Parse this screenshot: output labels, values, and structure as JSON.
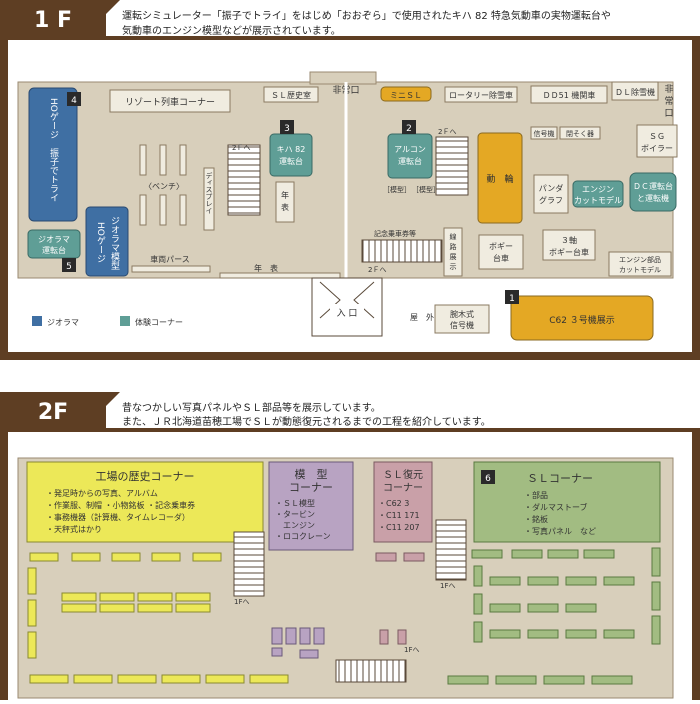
{
  "floor1": {
    "badge": "1 F",
    "description": [
      "運転シミュレーター「振子でトライ」をはじめ「おおぞら」で使用されたキハ 82 特急気動車の実物運転台や",
      "気動車のエンジン模型などが展示されています。"
    ],
    "exits": {
      "top": "非常口",
      "right": [
        "非",
        "常",
        "口"
      ]
    },
    "rooms": {
      "resort": "リゾート列車コーナー",
      "sl_history": "ＳＬ歴史室",
      "mini_sl": "ミニＳＬ",
      "rotary": "ロータリー除雪車",
      "dd51": "ＤＤ51 機関車",
      "dl_snow": "ＤＬ除雪機",
      "ho_trial": "HOゲージ　振子でトライ",
      "diorama_ho": [
        "ジオラマ模型",
        "HOゲージ"
      ],
      "diorama_driving": [
        "ジオラマ",
        "運転台"
      ],
      "kiha82": [
        "キハ 82",
        "運転台"
      ],
      "bench": "〈ベンチ〉",
      "display": "ディスプレイ",
      "nenpyo_small": [
        "年",
        "表"
      ],
      "arukon": [
        "アルコン",
        "運転台"
      ],
      "model_left": "［模型］",
      "model_right": "［模型］",
      "signal": "信号機",
      "closer": "閉そく器",
      "sg_boiler": [
        "ＳＧ",
        "ボイラー"
      ],
      "dowa": "動　輪",
      "panda": [
        "パンダ",
        "グラフ"
      ],
      "engine_cut": [
        "エンジン",
        "カットモデル"
      ],
      "dc_driving": [
        "ＤＣ運転台",
        "と運転機"
      ],
      "ticket": "記念乗車券等",
      "track_display": [
        "線",
        "路",
        "展",
        "示"
      ],
      "bogie": [
        "ボギー",
        "台車"
      ],
      "axle3": [
        "３軸",
        "ボギー台車"
      ],
      "engine_parts": [
        "エンジン部品",
        "カットモデル"
      ],
      "car_pass": "車両パース",
      "nenpyo_long": "年　表",
      "to_2f_1": "2Ｆへ",
      "to_2f_2": "2Ｆへ",
      "to_2f_3": "2Ｆへ",
      "entrance": "入 口",
      "outdoor": "屋　外",
      "semaphore": [
        "腕木式",
        "信号機"
      ],
      "c62": "C62 ３号機展示"
    },
    "numbers": [
      "1",
      "2",
      "3",
      "4",
      "5"
    ],
    "legend": {
      "diorama": "ジオラマ",
      "experience": "体験コーナー"
    }
  },
  "floor2": {
    "badge": "2F",
    "description": [
      "昔なつかしい写真パネルやＳＬ部品等を展示しています。",
      "また、ＪＲ北海道苗穂工場でＳＬが動態復元されるまでの工程を紹介しています。"
    ],
    "factory": {
      "title": "工場の歴史コーナー",
      "items": [
        "・発足時からの写真、アルバム",
        "・作業服、制帽 ・小物銘板 ・記念乗車券",
        "・事務機器（計算機、タイムレコーダ）",
        "・天秤式はかり"
      ]
    },
    "model": {
      "title": [
        "模　型",
        "コーナー"
      ],
      "items": [
        "・ＳＬ模型",
        "・タービン",
        "　エンジン",
        "・ロコクレーン"
      ]
    },
    "sl_restore": {
      "title": [
        "ＳＬ復元",
        "コーナー"
      ],
      "items": [
        "・C62 3",
        "・C11 171",
        "・C11 207"
      ]
    },
    "sl_corner": {
      "number": "6",
      "title": "ＳＬコーナー",
      "items": [
        "・部品",
        "・ダルマストーブ",
        "・銘板",
        "・写真パネル　など"
      ]
    },
    "to_1f_1": "1Fへ",
    "to_1f_2": "1Fへ",
    "to_1f_3": "1Fへ"
  },
  "colors": {
    "frame": "#5e3e23",
    "floor": "#d8cfbb",
    "room": "#f0ece0",
    "diorama": "#3f6fa3",
    "experience": "#5f9e96",
    "orange": "#e4a824",
    "yellow": "#ece858",
    "mauve": "#b8a3c2",
    "pink": "#c9a0a8",
    "green": "#a2bc82"
  }
}
